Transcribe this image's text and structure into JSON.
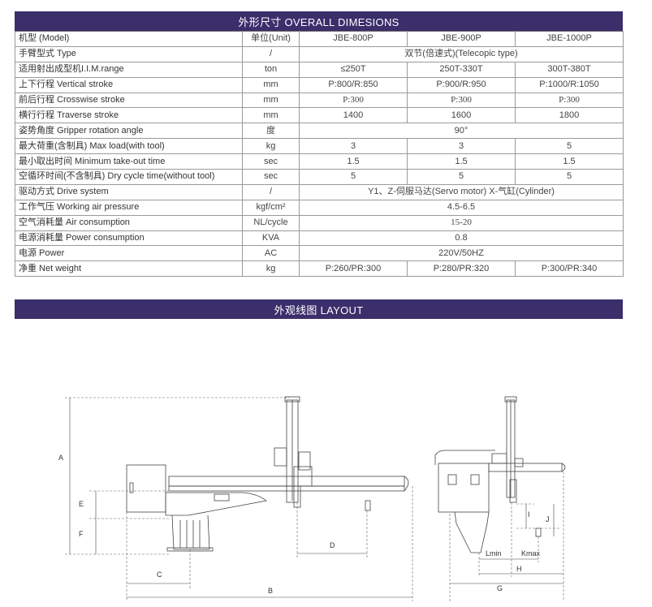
{
  "spec_title": "外形尺寸 OVERALL DIMESIONS",
  "layout_title": "外观线图 LAYOUT",
  "rows": [
    {
      "label": "机型 (Model)",
      "unit": "单位(Unit)",
      "values": [
        "JBE-800P",
        "JBE-900P",
        "JBE-1000P"
      ]
    },
    {
      "label": "手臂型式 Type",
      "unit": "/",
      "merged": "双节(倍速式)(Telecopic type)"
    },
    {
      "label": "适用射出成型机I.I.M.range",
      "unit": "ton",
      "values": [
        "≤250T",
        "250T-330T",
        "300T-380T"
      ]
    },
    {
      "label": "上下行程 Vertical stroke",
      "unit": "mm",
      "values": [
        "P:800/R:850",
        "P:900/R:950",
        "P:1000/R:1050"
      ]
    },
    {
      "label": "前后行程 Crosswise stroke",
      "unit": "mm",
      "values": [
        "P:300",
        "P:300",
        "P:300"
      ],
      "serif": true
    },
    {
      "label": "横行行程 Traverse stroke",
      "unit": "mm",
      "values": [
        "1400",
        "1600",
        "1800"
      ]
    },
    {
      "label": "姿势角度 Gripper rotation angle",
      "unit": "度",
      "merged": "90°"
    },
    {
      "label": "最大荷重(含制具) Max load(with tool)",
      "unit": "kg",
      "values": [
        "3",
        "3",
        "5"
      ]
    },
    {
      "label": "最小取出时间 Minimum take-out time",
      "unit": "sec",
      "values": [
        "1.5",
        "1.5",
        "1.5"
      ]
    },
    {
      "label": "空循环时间(不含制具) Dry cycle time(without tool)",
      "unit": "sec",
      "values": [
        "5",
        "5",
        "5"
      ]
    },
    {
      "label": "驱动方式 Drive system",
      "unit": "/",
      "merged": "Y1、Z-伺服马达(Servo motor) X-气缸(Cylinder)"
    },
    {
      "label": "工作气压 Working air pressure",
      "unit": "kgf/cm²",
      "merged": "4.5-6.5"
    },
    {
      "label": "空气消耗量 Air consumption",
      "unit": "NL/cycle",
      "merged": "15-20",
      "serif": true
    },
    {
      "label": "电源消耗量 Power consumption",
      "unit": "KVA",
      "merged": "0.8"
    },
    {
      "label": "电源 Power",
      "unit": "AC",
      "merged": "220V/50HZ"
    },
    {
      "label": "净重 Net weight",
      "unit": "kg",
      "values": [
        "P:260/PR:300",
        "P:280/PR:320",
        "P:300/PR:340"
      ]
    }
  ],
  "drawing_labels": {
    "A": "A",
    "B": "B",
    "C": "C",
    "D": "D",
    "E": "E",
    "F": "F",
    "G": "G",
    "H": "H",
    "I": "I",
    "J": "J",
    "Lmin": "Lmin",
    "Kmax": "Kmax"
  },
  "colors": {
    "banner": "#3a2e6b",
    "grid": "#9a9a9a"
  }
}
